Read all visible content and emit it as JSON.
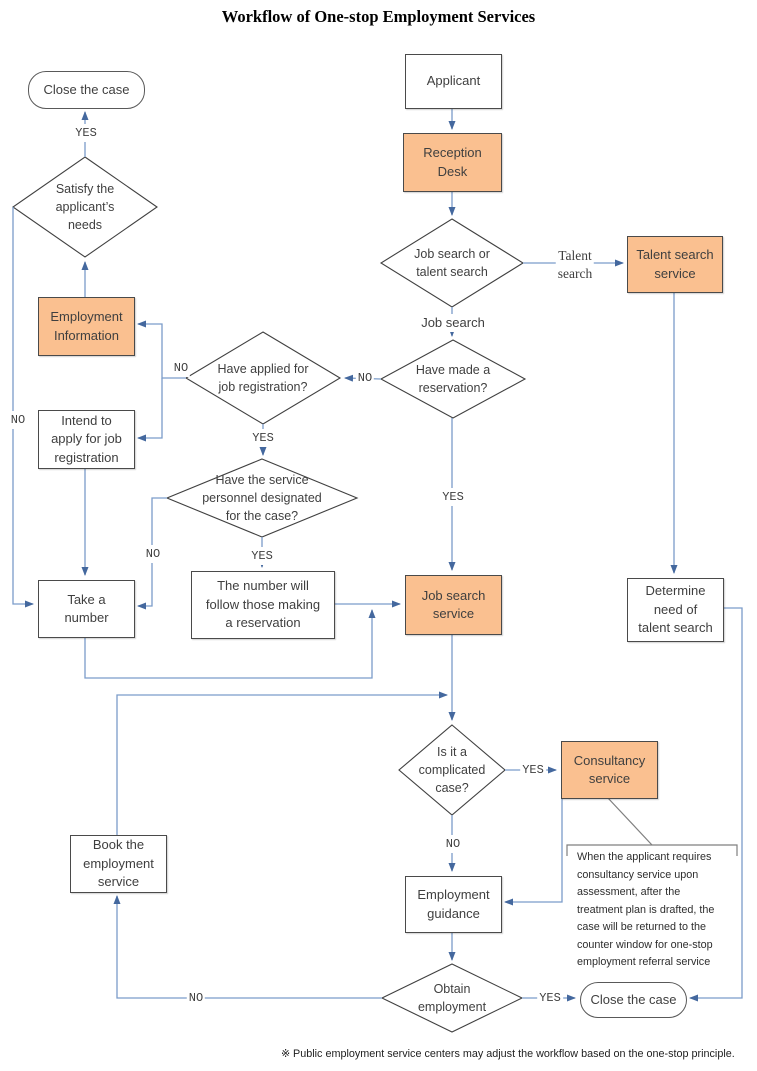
{
  "title": "Workflow of One-stop Employment Services",
  "colors": {
    "accent_fill": "#FAC090",
    "node_border": "#4A4A4A",
    "connector": "#7B9CC9",
    "arrowhead": "#44689E",
    "text": "#3F3F3F"
  },
  "nodes": {
    "close_top": "Close the case",
    "applicant": "Applicant",
    "reception": "Reception\nDesk",
    "job_talent": "Job search or\ntalent search",
    "talent_service": "Talent search\nservice",
    "satisfy": "Satisfy the\napplicant’s\nneeds",
    "employment_info": "Employment\nInformation",
    "have_applied": "Have applied for\njob registration?",
    "reservation": "Have made a\nreservation?",
    "intend": "Intend to\napply for job\nregistration",
    "personnel": "Have the service\npersonnel designated\nfor the case?",
    "take_number": "Take a\nnumber",
    "number_follow": "The number will\nfollow those making\na reservation",
    "job_service": "Job search\nservice",
    "determine": "Determine\nneed of\ntalent search",
    "complicated": "Is it a\ncomplicated\ncase?",
    "consultancy": "Consultancy\nservice",
    "book": "Book the\nemployment\nservice",
    "guidance": "Employment\nguidance",
    "obtain": "Obtain\nemployment",
    "close_bottom": "Close the case"
  },
  "labels": {
    "yes": "YES",
    "no": "NO",
    "talent_search": "Talent\nsearch",
    "job_search": "Job search"
  },
  "note": "When the applicant requires\nconsultancy service upon\nassessment, after the\ntreatment plan is drafted, the\ncase will be returned to the\ncounter window for one-stop\nemployment referral service",
  "footnote": "※ Public employment service centers may adjust the workflow based on the one-stop principle."
}
